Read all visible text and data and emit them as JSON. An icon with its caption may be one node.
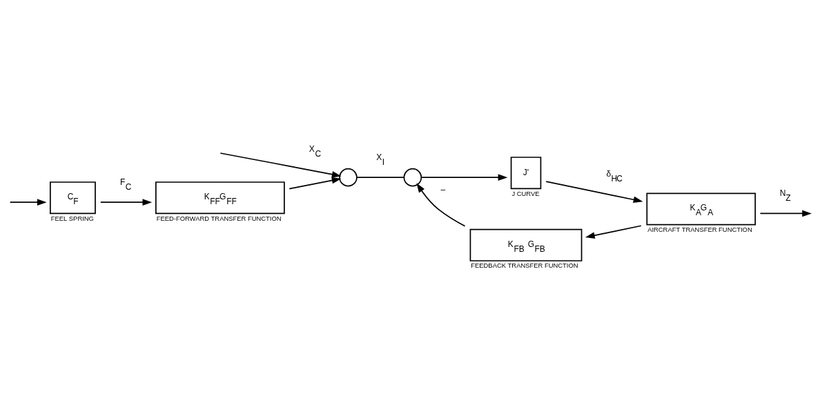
{
  "diagram": {
    "nodes": [
      {
        "text": [
          "C$_{F}$"
        ],
        "beside": [
          "FEEL SPRING"
        ]
      },
      {
        "text": [
          "K$_{FF}$G$_{FF}$"
        ],
        "beside": [
          "FEED-FORWARD TRANSFER FUNCTION"
        ]
      },
      {
        "text": [],
        "shape": "circle"
      },
      {
        "text": [],
        "shape": "circle"
      },
      {
        "text": [
          "J'"
        ],
        "beside": [
          "J CURVE"
        ]
      },
      {
        "text": [
          "K$_{A}$G$_{A}$"
        ],
        "beside": [
          "AIRCRAFT TRANSFER FUNCTION"
        ]
      },
      {
        "text": [
          "K$_{FB}$ G$_{FB}$"
        ],
        "beside": [
          "FEEDBACK TRANSFER FUNCTION"
        ]
      }
    ],
    "edges": [
      {
        "from": null,
        "to": 2,
        "arrow": "to",
        "label": "X$_{C}$"
      },
      {
        "from": null,
        "to": 0,
        "arrow": "to"
      },
      {
        "from": 0,
        "to": 1,
        "arrow": "to",
        "label": "F$_{C}$"
      },
      {
        "from": 1,
        "to": 2,
        "arrow": "to"
      },
      {
        "from": 2,
        "to": 3,
        "arrow": "none",
        "label": "X$_{I}$"
      },
      {
        "from": 3,
        "to": 4,
        "arrow": "to"
      },
      {
        "from": 4,
        "to": 5,
        "arrow": "to",
        "label": "δ$_{H}$$_{C}$"
      },
      {
        "from": 5,
        "to": null,
        "arrow": "to",
        "label": "N$_{Z}$"
      },
      {
        "from": 5,
        "to": 6,
        "arrow": "to"
      },
      {
        "from": 6,
        "to": 3,
        "arrow": "to",
        "label": "–"
      }
    ]
  }
}
